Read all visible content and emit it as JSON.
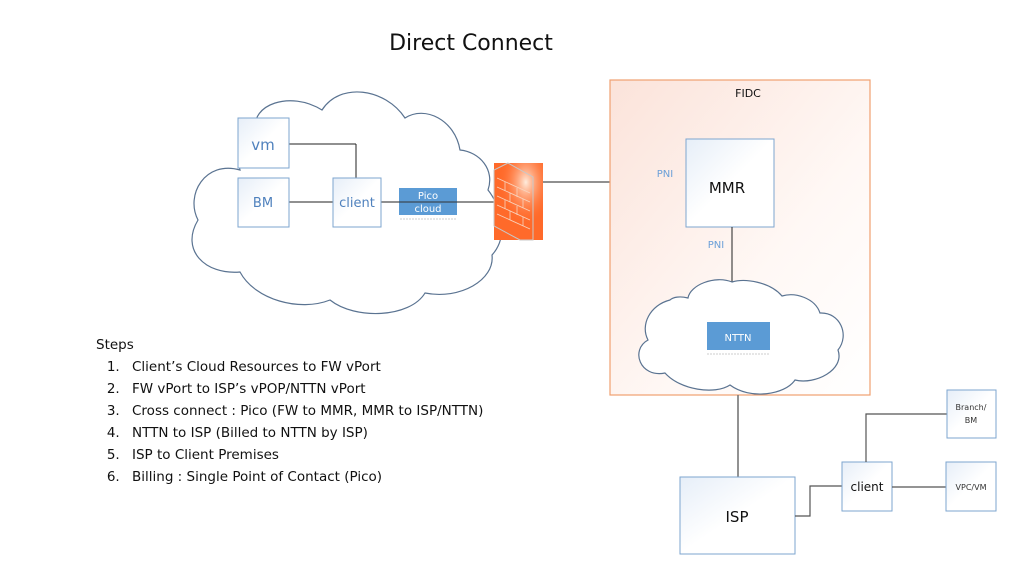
{
  "title": "Direct Connect",
  "client_cloud": {
    "vm_label": "vm",
    "bm_label": "BM",
    "client_label": "client",
    "pico_line1": "Pico",
    "pico_line2": "cloud",
    "firewall_icon": "firewall-icon"
  },
  "fidc": {
    "label": "FIDC",
    "mmr_label": "MMR",
    "pni_left": "PNI",
    "pni_bottom": "PNI",
    "nttn_label": "NTTN",
    "border_color": "#f0a070",
    "fill_color": "#fdf1ec"
  },
  "premises": {
    "isp_label": "ISP",
    "client_label": "client",
    "branch_line1": "Branch/",
    "branch_line2": "BM",
    "vpc_label": "VPC/VM"
  },
  "colors": {
    "box_border": "#7ea6cf",
    "chip_fill": "#5b9bd5",
    "cloud_stroke": "#5a7391",
    "firewall": "#ff6a2a"
  },
  "steps": {
    "heading": "Steps",
    "items": [
      "Client’s Cloud Resources to FW vPort",
      "FW vPort to ISP’s vPOP/NTTN vPort",
      "Cross connect : Pico (FW to MMR, MMR to ISP/NTTN)",
      "NTTN to ISP (Billed to NTTN by ISP)",
      "ISP to Client Premises",
      "Billing : Single Point of Contact (Pico)"
    ]
  }
}
